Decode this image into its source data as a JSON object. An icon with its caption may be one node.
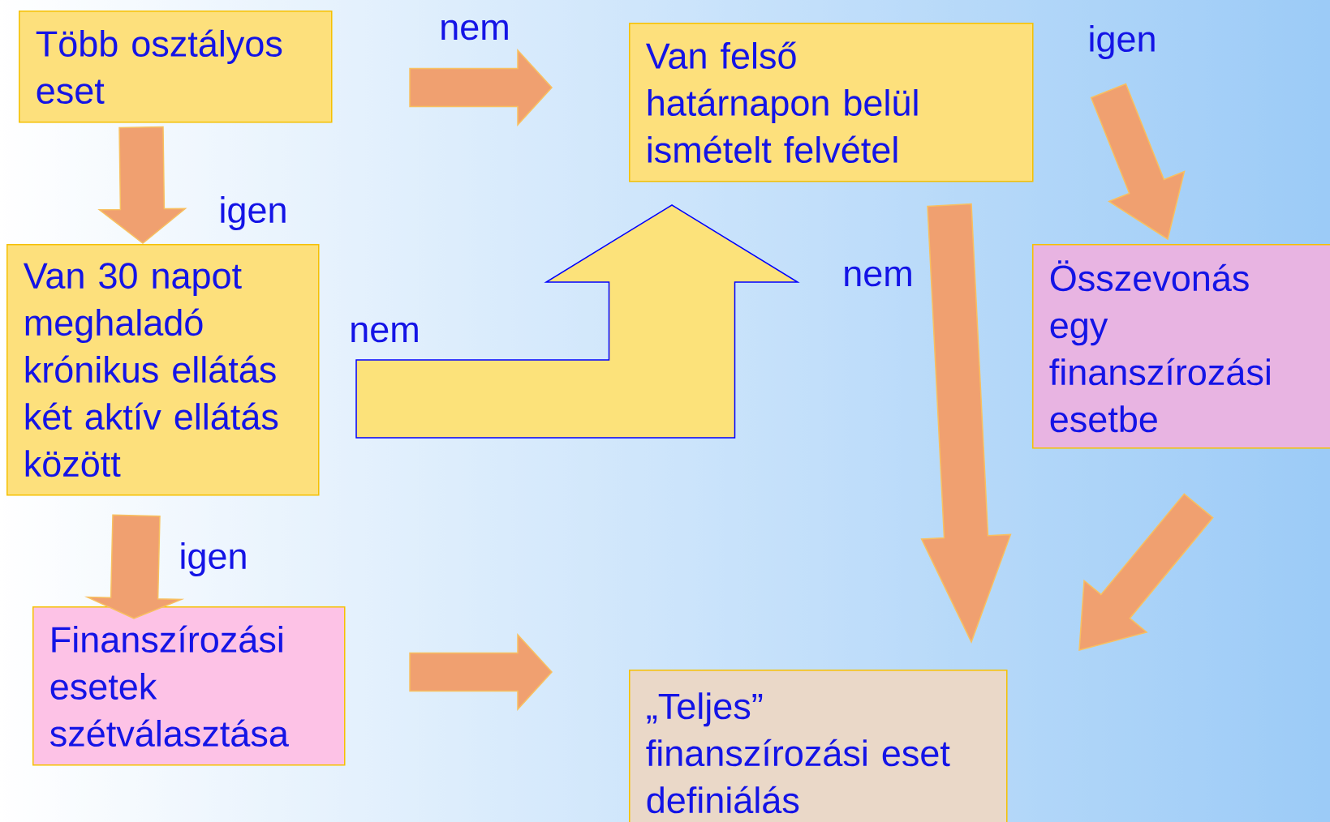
{
  "diagram": {
    "nodes": [
      {
        "text": [
          "Több osztályos eset"
        ]
      },
      {
        "text": [
          "Van 30 napot meghaladó krónikus ellátás két aktív ellátás között"
        ]
      },
      {
        "text": [
          "Finanszírozási esetek szétválasztása"
        ]
      },
      {
        "text": [
          "Van felső határnapon belül ismételt felvétel"
        ]
      },
      {
        "text": [
          "Összevonás egy finanszírozási esetbe"
        ]
      },
      {
        "text": [
          "„Teljes” finanszírozási eset definiálás"
        ]
      }
    ],
    "edges": [
      {
        "from": 0,
        "to": 3,
        "arrow": "to",
        "label": "nem"
      },
      {
        "from": 0,
        "to": 1,
        "arrow": "to",
        "label": "igen"
      },
      {
        "from": 1,
        "to": 3,
        "arrow": "to",
        "label": "nem",
        "color": "#fce27a"
      },
      {
        "from": 1,
        "to": 2,
        "arrow": "to",
        "label": "igen"
      },
      {
        "from": 2,
        "to": 5,
        "arrow": "to"
      },
      {
        "from": 3,
        "to": 4,
        "arrow": "to",
        "label": "igen"
      },
      {
        "from": 3,
        "to": 5,
        "arrow": "to",
        "label": "nem"
      },
      {
        "from": 4,
        "to": 5,
        "arrow": "to"
      }
    ]
  }
}
